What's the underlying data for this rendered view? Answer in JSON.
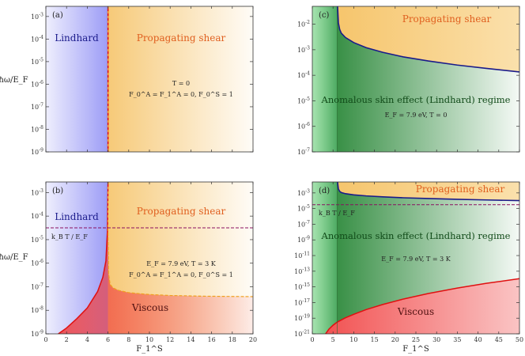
{
  "colors": {
    "lindhard": "#5b5bf0",
    "propagating": "#f5c060",
    "viscous": "#f03c3c",
    "anomalous": "#2e9a46",
    "navy_curve": "#1a1a8a",
    "red_curve": "#e01010",
    "orange_dash": "#f0a020",
    "purple_dash": "#8a1060",
    "region_orange": "#e06020",
    "region_navy": "#1c1c8c",
    "region_green": "#104a18",
    "region_dark_red": "#501010"
  },
  "chart_data": [
    {
      "panel": "(a)",
      "type": "area",
      "xlim": [
        0,
        20
      ],
      "ylim_log10": [
        -9,
        -2.55
      ],
      "x_ticks": [
        0,
        2,
        4,
        6,
        8,
        10,
        12,
        14,
        16,
        18,
        20
      ],
      "x_tick_labels": [],
      "y_ticks": [
        -9,
        -8,
        -7,
        -6,
        -5,
        -4,
        -3
      ],
      "y_tick_labels": [
        "10^-9",
        "10^-8",
        "10^-7",
        "10^-6",
        "10^-5",
        "10^-4",
        "10^-3"
      ],
      "ylabel": "ħω/E_F",
      "boundary_x": 6,
      "regions": [
        {
          "label": "Lindhard",
          "color": "lindhard"
        },
        {
          "label": "Propagating shear",
          "color": "propagating"
        }
      ],
      "annotations": [
        "T = 0",
        "F_0^A = F_1^A = 0, F_0^S = 1"
      ]
    },
    {
      "panel": "(b)",
      "type": "area",
      "xlim": [
        0,
        20
      ],
      "ylim_log10": [
        -9,
        -2.55
      ],
      "x_ticks": [
        0,
        2,
        4,
        6,
        8,
        10,
        12,
        14,
        16,
        18,
        20
      ],
      "x_tick_labels": [
        "0",
        "2",
        "4",
        "6",
        "8",
        "10",
        "12",
        "14",
        "16",
        "18",
        "20"
      ],
      "y_ticks": [
        -9,
        -8,
        -7,
        -6,
        -5,
        -4,
        -3
      ],
      "y_tick_labels": [
        "10^-9",
        "10^-8",
        "10^-7",
        "10^-6",
        "10^-5",
        "10^-4",
        "10^-3"
      ],
      "xlabel": "F_1^S",
      "ylabel": "ħω/E_F",
      "boundary_x": 6,
      "kT_line_log10": -4.5,
      "kT_label": "k_B T / E_F",
      "viscous_boundary": {
        "x": [
          1.2,
          2,
          3,
          4,
          5,
          5.5,
          5.8,
          5.95,
          6.0
        ],
        "log10y": [
          -9,
          -8.75,
          -8.35,
          -7.9,
          -7.2,
          -6.6,
          -5.9,
          -4.6,
          -2.55
        ]
      },
      "crossover_curve": {
        "x": [
          6.0,
          6.05,
          6.2,
          6.5,
          7,
          8,
          10,
          12,
          15,
          20
        ],
        "log10y": [
          -4.5,
          -6.4,
          -6.9,
          -7.05,
          -7.15,
          -7.25,
          -7.33,
          -7.37,
          -7.4,
          -7.42
        ]
      },
      "regions": [
        {
          "label": "Lindhard",
          "color": "lindhard"
        },
        {
          "label": "Propagating shear",
          "color": "propagating"
        },
        {
          "label": "Viscous",
          "color": "viscous"
        }
      ],
      "annotations": [
        "E_F = 7.9 eV, T = 3 K",
        "F_0^A = F_1^A = 0, F_0^S = 1"
      ]
    },
    {
      "panel": "(c)",
      "type": "area",
      "xlim": [
        0,
        50
      ],
      "ylim_log10": [
        -7,
        -1.3
      ],
      "x_ticks": [
        0,
        5,
        10,
        15,
        20,
        25,
        30,
        35,
        40,
        45,
        50
      ],
      "x_tick_labels": [],
      "y_ticks": [
        -7,
        -6,
        -5,
        -4,
        -3,
        -2
      ],
      "y_tick_labels": [
        "10^-7",
        "10^-6",
        "10^-5",
        "10^-4",
        "10^-3",
        "10^-2"
      ],
      "boundary_x": 6,
      "navy_curve": {
        "x": [
          6.1,
          6.3,
          6.6,
          7,
          8,
          10,
          13,
          17,
          22,
          28,
          35,
          42,
          50
        ],
        "log10y": [
          -1.3,
          -1.95,
          -2.2,
          -2.35,
          -2.52,
          -2.72,
          -2.92,
          -3.1,
          -3.28,
          -3.44,
          -3.6,
          -3.73,
          -3.87
        ]
      },
      "regions": [
        {
          "label": "Propagating shear",
          "color": "propagating"
        },
        {
          "label": "Anomalous skin effect (Lindhard) regime",
          "color": "anomalous"
        }
      ],
      "annotations": [
        "E_F = 7.9 eV, T = 0"
      ]
    },
    {
      "panel": "(d)",
      "type": "area",
      "xlim": [
        0,
        50
      ],
      "ylim_log10": [
        -21,
        -1.6
      ],
      "x_ticks": [
        0,
        5,
        10,
        15,
        20,
        25,
        30,
        35,
        40,
        45,
        50
      ],
      "x_tick_labels": [
        "0",
        "5",
        "10",
        "15",
        "20",
        "25",
        "30",
        "35",
        "40",
        "45",
        "50"
      ],
      "y_ticks": [
        -21,
        -19,
        -17,
        -15,
        -13,
        -11,
        -9,
        -7,
        -5,
        -3
      ],
      "y_tick_labels": [
        "10^-21",
        "10^-19",
        "10^-17",
        "10^-15",
        "10^-13",
        "10^-11",
        "10^-9",
        "10^-7",
        "10^-5",
        "10^-3"
      ],
      "xlabel": "F_1^S",
      "boundary_x": 6,
      "kT_line_log10": -4.5,
      "kT_label": "k_B T / E_F",
      "navy_curve": {
        "x": [
          6.1,
          6.3,
          6.6,
          7,
          8,
          10,
          13,
          17,
          22,
          28,
          35,
          42,
          50
        ],
        "log10y": [
          -1.6,
          -2.5,
          -2.8,
          -2.95,
          -3.1,
          -3.25,
          -3.38,
          -3.5,
          -3.62,
          -3.72,
          -3.82,
          -3.9,
          -3.98
        ]
      },
      "red_curve": {
        "x": [
          3.2,
          4,
          5,
          6,
          8,
          10,
          13,
          17,
          22,
          28,
          35,
          42,
          50
        ],
        "log10y": [
          -21,
          -20.4,
          -19.9,
          -19.5,
          -18.95,
          -18.5,
          -17.9,
          -17.25,
          -16.55,
          -15.85,
          -15.15,
          -14.55,
          -13.95
        ]
      },
      "regions": [
        {
          "label": "Propagating shear",
          "color": "propagating"
        },
        {
          "label": "Anomalous skin effect (Lindhard) regime",
          "color": "anomalous"
        },
        {
          "label": "Viscous",
          "color": "viscous"
        }
      ],
      "annotations": [
        "E_F = 7.9 eV, T = 3 K"
      ]
    }
  ]
}
